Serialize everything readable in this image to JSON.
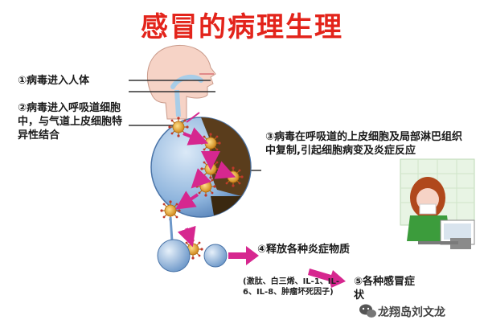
{
  "title": "感冒的病理生理",
  "steps": {
    "s1": "①病毒进入人体",
    "s2": "②病毒进入呼吸道细胞中，与气道上皮细胞特异性结合",
    "s3": "③病毒在呼吸道的上皮细胞及局部淋巴组织中复制,引起细胞病变及炎症反应",
    "s4": "④释放各种炎症物质",
    "s5": "⑤各种感冒症状"
  },
  "detail": "(激肽、白三烯、IL-1、IL-6、IL-8、肿瘤坏死因子)",
  "watermark": "龙翔岛刘文龙",
  "colors": {
    "title": "#e3241b",
    "arrow": "#d6278f",
    "cell": "#7fa9d6",
    "virus": "#e6a23c"
  },
  "icons": [
    "head-profile-icon",
    "cell-icon",
    "virus-icon",
    "sick-person-icon",
    "wechat-icon"
  ]
}
